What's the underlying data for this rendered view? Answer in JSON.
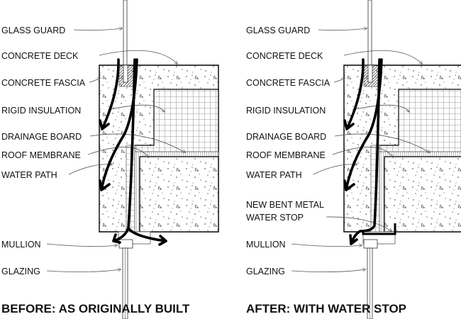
{
  "panels": [
    {
      "title": "BEFORE: AS ORIGINALLY BUILT",
      "labels": {
        "glass_guard": "GLASS GUARD",
        "concrete_deck": "CONCRETE DECK",
        "concrete_fascia": "CONCRETE FASCIA",
        "rigid_insulation": "RIGID INSULATION",
        "drainage_board": "DRAINAGE BOARD",
        "roof_membrane": "ROOF MEMBRANE",
        "water_path": "WATER PATH",
        "mullion": "MULLION",
        "glazing": "GLAZING"
      }
    },
    {
      "title": "AFTER: WITH WATER STOP",
      "labels": {
        "glass_guard": "GLASS GUARD",
        "concrete_deck": "CONCRETE DECK",
        "concrete_fascia": "CONCRETE FASCIA",
        "rigid_insulation": "RIGID INSULATION",
        "drainage_board": "DRAINAGE BOARD",
        "roof_membrane": "ROOF MEMBRANE",
        "water_path": "WATER PATH",
        "water_stop_line1": "NEW BENT METAL",
        "water_stop_line2": "WATER STOP",
        "mullion": "MULLION",
        "glazing": "GLAZING"
      }
    }
  ]
}
